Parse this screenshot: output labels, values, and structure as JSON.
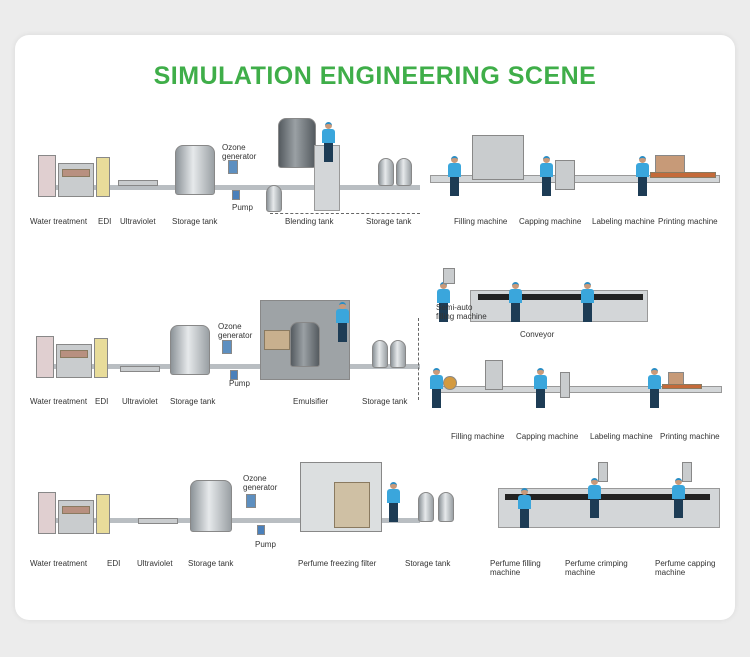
{
  "title": "SIMULATION ENGINEERING SCENE",
  "colors": {
    "title": "#3fae49",
    "worker_shirt": "#3aa6dc"
  },
  "rows": [
    {
      "labels": [
        "Water treatment",
        "EDI",
        "Ultraviolet",
        "Storage tank",
        "Ozone generator",
        "Pump",
        "Blending tank",
        "Storage tank",
        "Filling machine",
        "Capping machine",
        "Labeling machine",
        "Printing machine"
      ]
    },
    {
      "labels": [
        "Water treatment",
        "EDI",
        "Ultraviolet",
        "Storage tank",
        "Ozone generator",
        "Pump",
        "Emulsifier",
        "Storage tank",
        "Semi-auto filling machine",
        "Conveyor",
        "Filling machine",
        "Capping machine",
        "Labeling machine",
        "Printing machine"
      ]
    },
    {
      "labels": [
        "Water treatment",
        "EDI",
        "Ultraviolet",
        "Storage tank",
        "Ozone generator",
        "Pump",
        "Perfume freezing filter",
        "Storage tank",
        "Perfume filling machine",
        "Perfume crimping machine",
        "Perfume capping machine"
      ]
    }
  ]
}
